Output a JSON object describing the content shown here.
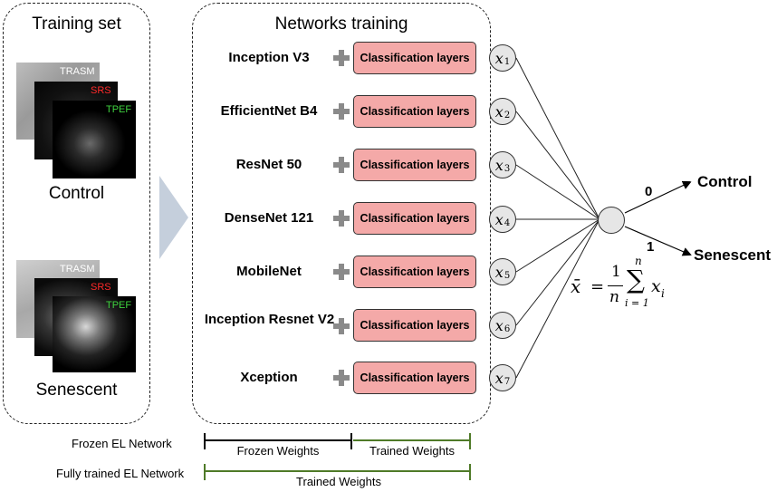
{
  "training_set": {
    "title": "Training set",
    "groups": [
      {
        "caption": "Control",
        "layers": [
          "TRASM",
          "SRS",
          "TPEF"
        ]
      },
      {
        "caption": "Senescent",
        "layers": [
          "TRASM",
          "SRS",
          "TPEF"
        ]
      }
    ]
  },
  "networks_training": {
    "title": "Networks training",
    "networks": [
      {
        "name": "Inception V3",
        "head": "Classification layers",
        "output": "x",
        "index": "1"
      },
      {
        "name": "EfficientNet B4",
        "head": "Classification layers",
        "output": "x",
        "index": "2"
      },
      {
        "name": "ResNet 50",
        "head": "Classification layers",
        "output": "x",
        "index": "3"
      },
      {
        "name": "DenseNet 121",
        "head": "Classification layers",
        "output": "x",
        "index": "4"
      },
      {
        "name": "MobileNet",
        "head": "Classification layers",
        "output": "x",
        "index": "5"
      },
      {
        "name": "Inception Resnet V2",
        "head": "Classification layers",
        "output": "x",
        "index": "6"
      },
      {
        "name": "Xception",
        "head": "Classification layers",
        "output": "x",
        "index": "7"
      }
    ]
  },
  "ensemble": {
    "formula": {
      "lhs": "x̄",
      "eq": "=",
      "num": "1",
      "den": "n",
      "sum": "∑",
      "upper": "n",
      "lower": "i = 1",
      "term": "x",
      "term_sub": "i"
    },
    "outputs": [
      {
        "bit": "0",
        "label": "Control"
      },
      {
        "bit": "1",
        "label": "Senescent"
      }
    ]
  },
  "legend": {
    "frozen_row_label": "Frozen EL Network",
    "frozen_part": "Frozen Weights",
    "trained_part": "Trained Weights",
    "full_row_label": "Fully trained EL Network",
    "full_part": "Trained Weights"
  },
  "colors": {
    "classification_fill": "#f4a9a8",
    "trained_line": "#4f7a28",
    "frozen_line": "#000000",
    "node_fill": "#e6e6e6",
    "arrow_fill": "#c5cfdc"
  }
}
